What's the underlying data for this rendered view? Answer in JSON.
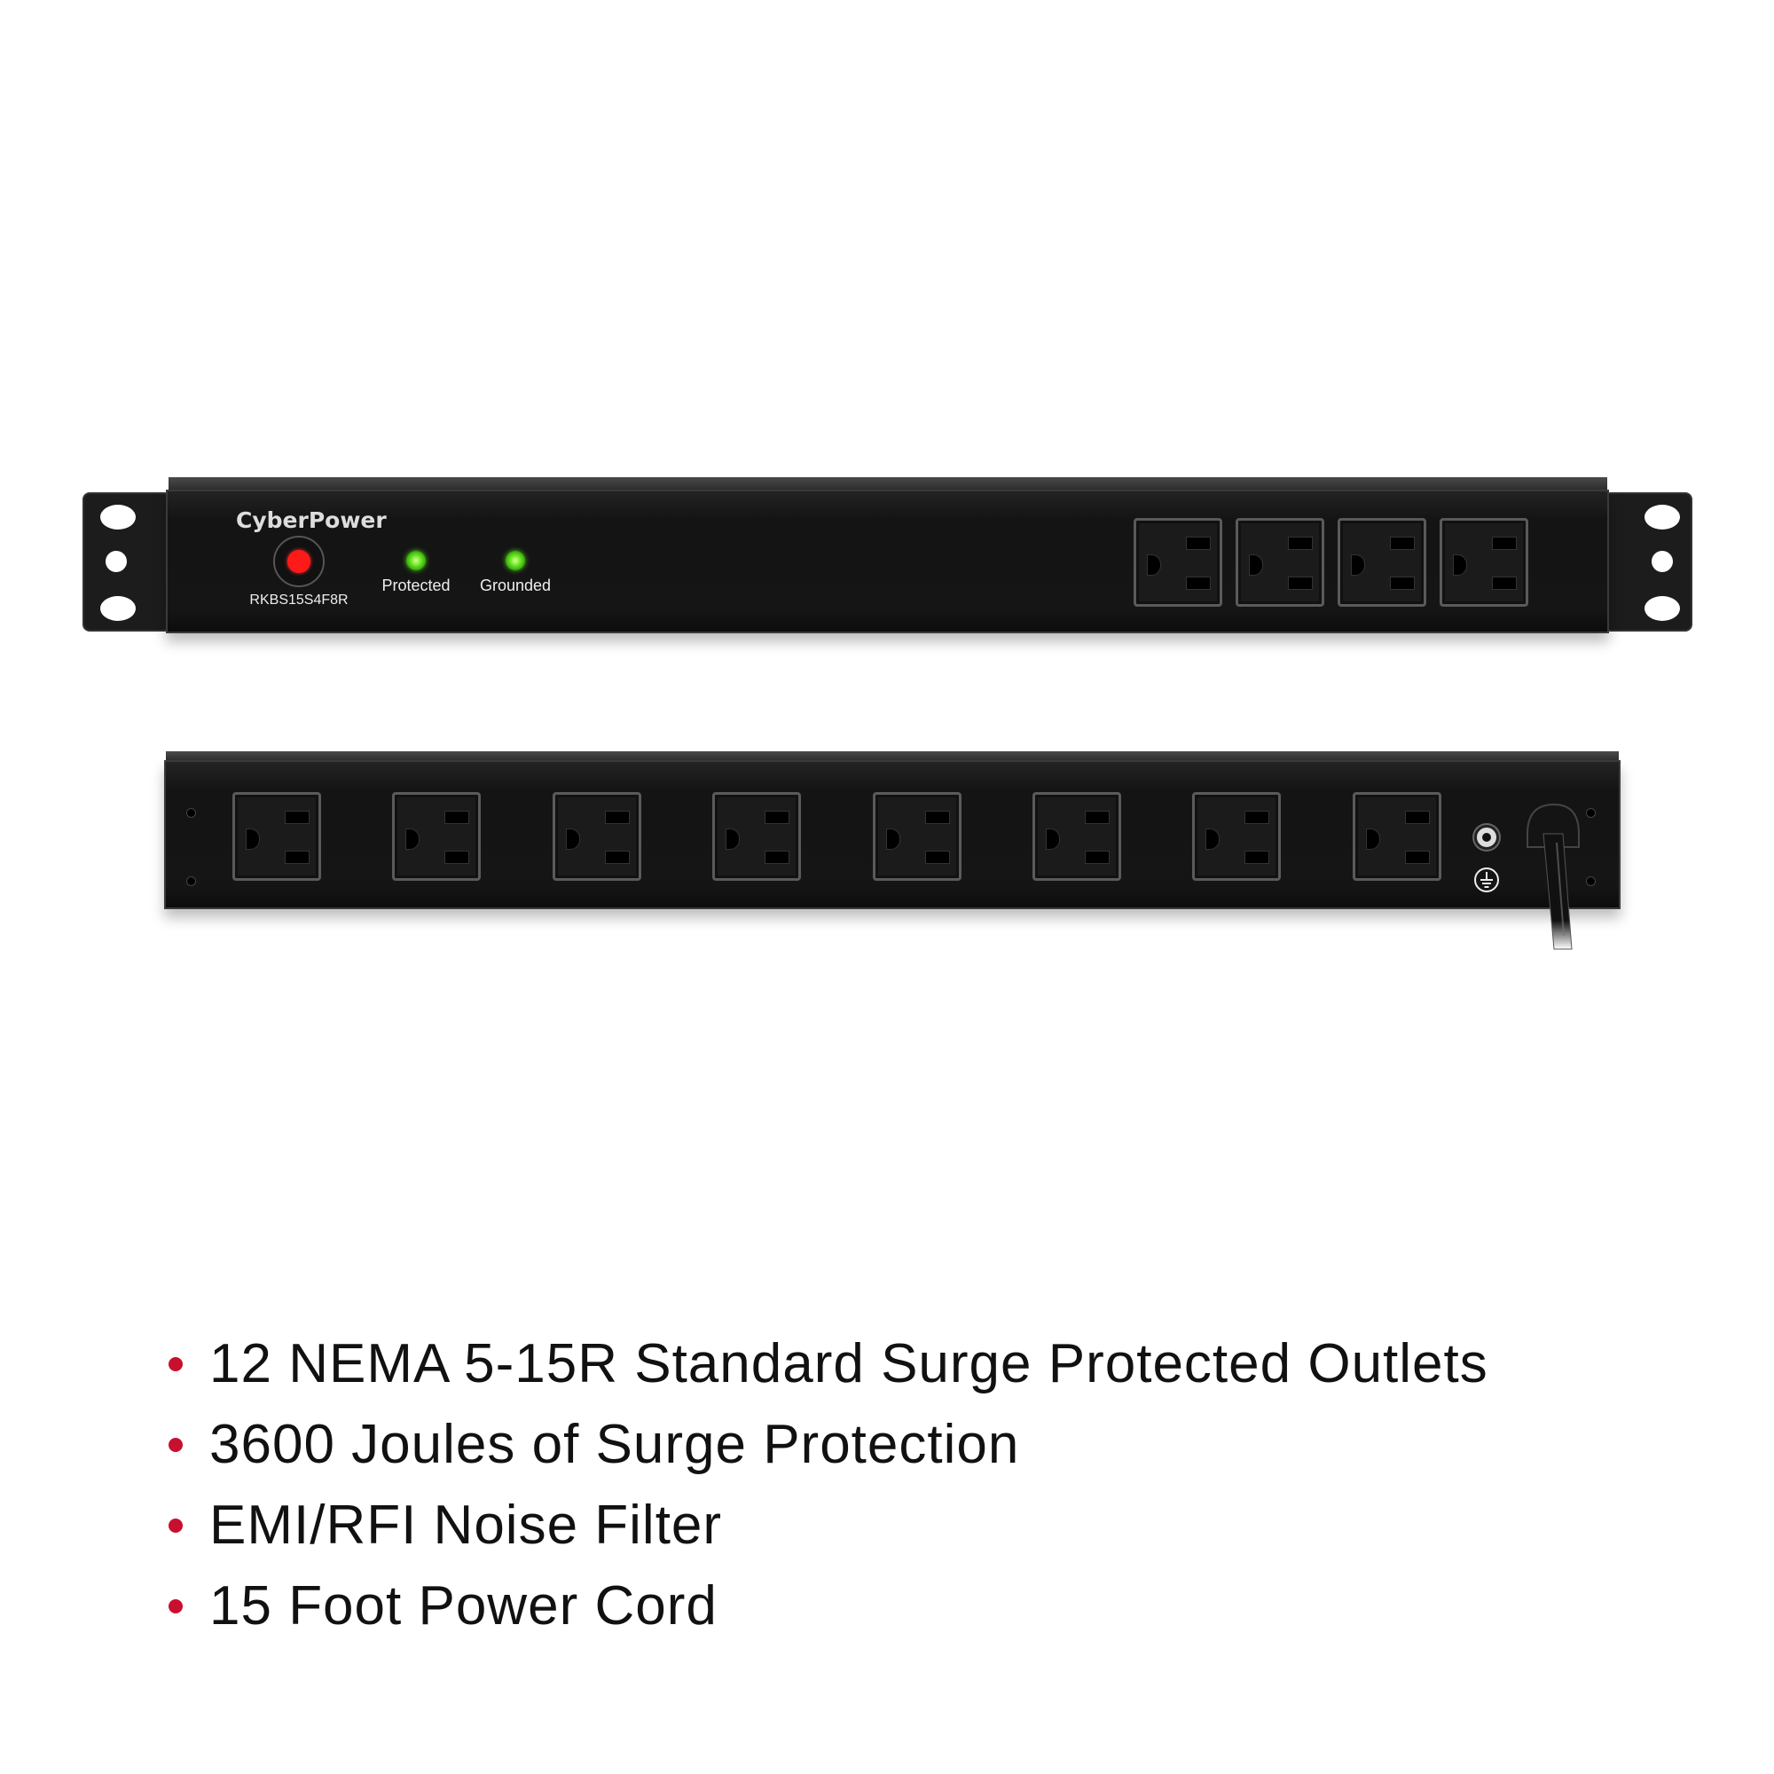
{
  "front_panel": {
    "brand": "CyberPower",
    "model": "RKBS15S4F8R",
    "indicators": [
      {
        "label": "Protected",
        "state": "on",
        "color": "#4fd414"
      },
      {
        "label": "Grounded",
        "state": "on",
        "color": "#4fd414"
      }
    ],
    "breaker_color": "#ff1a1a",
    "outlet_count": 4
  },
  "rear_panel": {
    "outlet_count": 8,
    "ground_symbol": "ground-icon"
  },
  "features": {
    "bullet_color": "#c8102e",
    "items": [
      "12 NEMA 5-15R Standard Surge Protected Outlets",
      "3600 Joules of Surge Protection",
      "EMI/RFI Noise Filter",
      "15 Foot Power Cord"
    ]
  }
}
